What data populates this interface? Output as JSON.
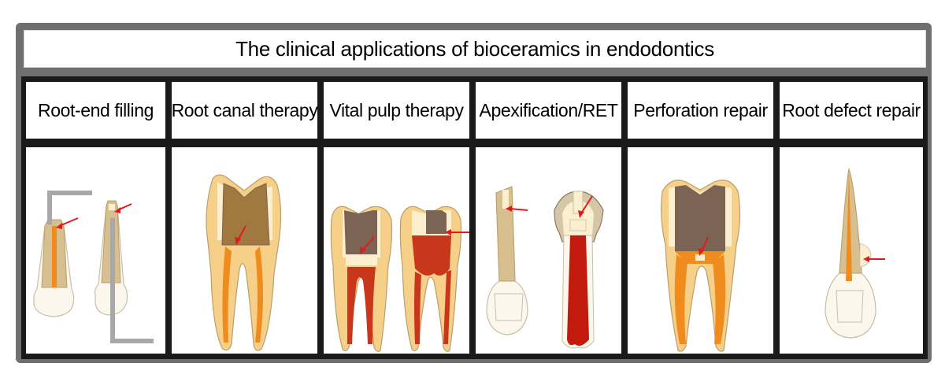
{
  "title": "The clinical applications of bioceramics in endodontics",
  "columns": [
    {
      "label": "Root-end filling"
    },
    {
      "label": "Root canal therapy"
    },
    {
      "label": "Vital pulp therapy"
    },
    {
      "label": "Apexification/RET"
    },
    {
      "label": "Perforation repair"
    },
    {
      "label": "Root defect repair"
    }
  ],
  "colors": {
    "arrow": "#e01b1b",
    "bioceramic": "#f08c1e",
    "pulp": "#c8361c",
    "dentin": "#f6d089",
    "enamel": "#fbefcf",
    "root": "#d8bf8f",
    "crown_restoration": "#7b6454",
    "composite": "#a07840",
    "instrument": "#a8a8a8"
  }
}
